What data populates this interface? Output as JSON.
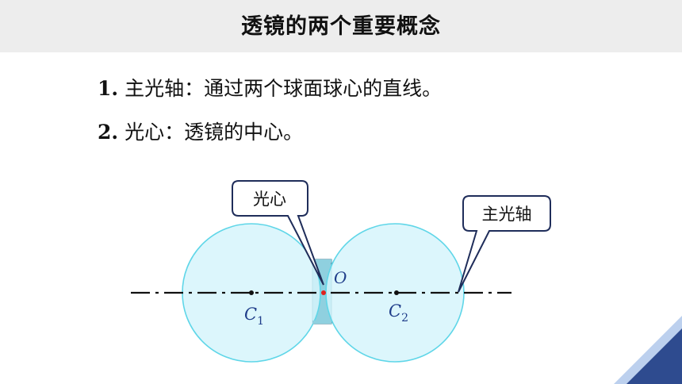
{
  "header": {
    "title": "透镜的两个重要概念"
  },
  "concepts": [
    {
      "number": "1",
      "separator": ".",
      "text": "主光轴：通过两个球面球心的直线。"
    },
    {
      "number": "2",
      "separator": ".",
      "text": "光心：透镜的中心。"
    }
  ],
  "diagram": {
    "callout_optical_center": "光心",
    "callout_principal_axis": "主光轴",
    "label_center_point": "O",
    "label_c1_letter": "C",
    "label_c1_sub": "1",
    "label_c2_letter": "C",
    "label_c2_sub": "2"
  },
  "colors": {
    "sphere_fill": "#d6f4fb",
    "sphere_stroke": "#5fd6e8",
    "lens_fill": "#8fd0df",
    "label_color": "#1f3d8a",
    "callout_border": "#1f2d5a",
    "corner_dark": "#2e4b8f",
    "corner_light": "#bcd0ee"
  }
}
